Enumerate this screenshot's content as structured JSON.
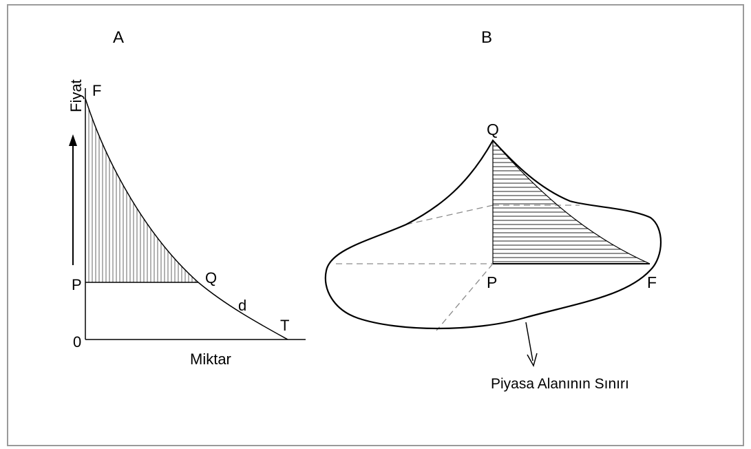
{
  "panel_a": {
    "title": "A",
    "y_axis_label": "Fiyat",
    "x_axis_label": "Miktar",
    "point_f": "F",
    "point_p": "P",
    "point_q": "Q",
    "curve_label": "d",
    "point_t": "T",
    "origin": "0"
  },
  "panel_b": {
    "title": "B",
    "point_q": "Q",
    "point_p": "P",
    "point_f": "F",
    "boundary_label": "Piyasa Alanının Sınırı"
  },
  "colors": {
    "frame": "#9a9a9a",
    "ink": "#000000",
    "hatch": "#555555",
    "dashed": "#8a8a8a"
  }
}
